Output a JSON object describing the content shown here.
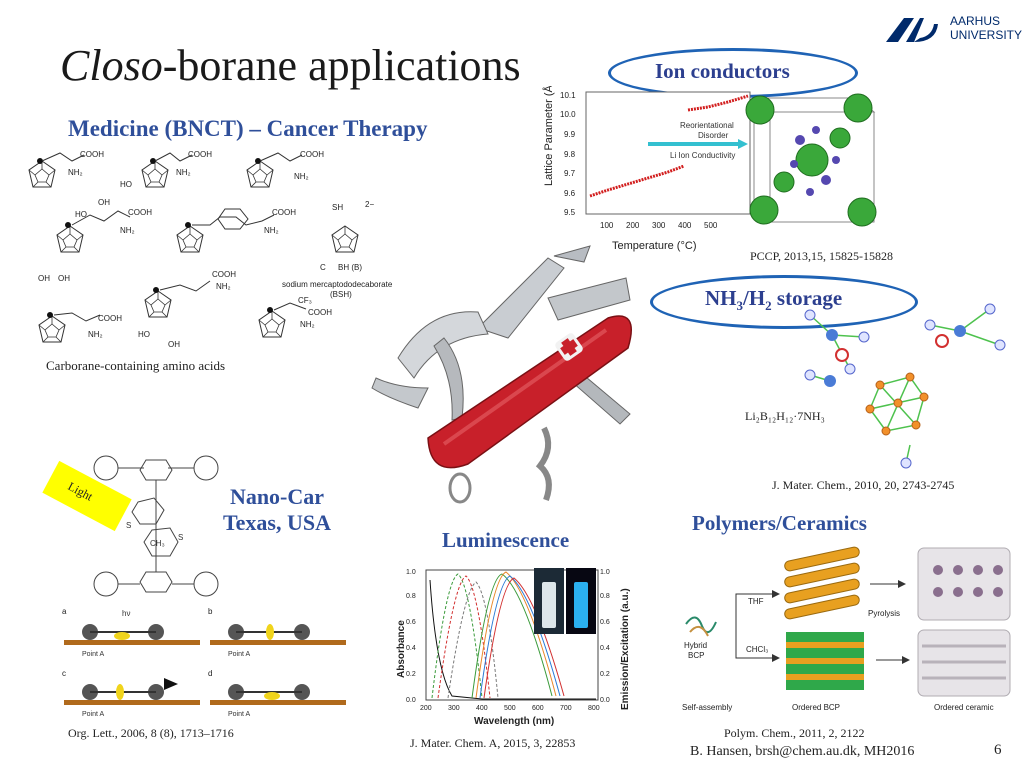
{
  "logo": {
    "line1": "AARHUS",
    "line2": "UNIVERSITY"
  },
  "slide": {
    "title_italic": "Closo",
    "title_rest": "-borane applications",
    "page_number": "6",
    "footer": "B. Hansen, brsh@chem.au.dk, MH2016"
  },
  "medicine": {
    "heading": "Medicine (BNCT) – Cancer Therapy",
    "caption": "Carborane-containing amino acids",
    "labels": {
      "cooh": "COOH",
      "nh2": "NH₂",
      "ho": "HO",
      "oh": "OH",
      "sh": "SH",
      "charge": "2−",
      "bh": "BH (B)",
      "c": "C",
      "bsh_name": "sodium mercaptododecaborate",
      "bsh_abbr": "(BSH)",
      "cf3": "CF₃"
    }
  },
  "ion": {
    "heading": "Ion conductors",
    "citation": "PCCP, 2013,15, 15825-15828",
    "ylabel": "Lattice Parameter (Å)",
    "xlabel": "Temperature (°C)",
    "label_reorient": "Reorientational",
    "label_disorder": "Disorder",
    "label_li": "Li Ion Conductivity",
    "yticks": [
      "10.1",
      "10.0",
      "9.9",
      "9.8",
      "9.7",
      "9.6",
      "9.5"
    ],
    "xticks": [
      "100",
      "200",
      "300",
      "400",
      "500"
    ]
  },
  "nh3": {
    "heading_pre": "NH",
    "heading_sub1": "3",
    "heading_mid": "/H",
    "heading_sub2": "2",
    "heading_post": " storage",
    "formula": "Li₂B₁₂H₁₂·7NH₃",
    "citation": "J. Mater. Chem., 2010, 20, 2743-2745"
  },
  "nanocar": {
    "heading_line1": "Nano-Car",
    "heading_line2": "Texas, USA",
    "light_label": "Light",
    "citation": "Org. Lett., 2006, 8 (8), 1713–1716",
    "panel_letters": [
      "a",
      "b",
      "c",
      "d"
    ],
    "point_label": "Point A",
    "hv": "hν",
    "s": "S",
    "ch3": "CH₃"
  },
  "luminescence": {
    "heading": "Luminescence",
    "citation": "J. Mater. Chem. A, 2015, 3, 22853",
    "xlabel": "Wavelength (nm)",
    "ylabel_left": "Absorbance",
    "ylabel_right": "Emission/Excitation (a.u.)",
    "xticks": [
      "200",
      "300",
      "400",
      "500",
      "600",
      "700",
      "800"
    ],
    "yticks": [
      "0.0",
      "0.2",
      "0.4",
      "0.6",
      "0.8",
      "1.0"
    ]
  },
  "polymers": {
    "heading": "Polymers/Ceramics",
    "citation": "Polym. Chem., 2011, 2, 2122",
    "labels": {
      "thf": "THF",
      "chcl3": "CHCl₃",
      "hybrid": "Hybrid",
      "bcp": "BCP",
      "pyrolysis": "Pyrolysis",
      "self_assembly": "Self-assembly",
      "ordered_bcp": "Ordered BCP",
      "ordered_ceramic": "Ordered ceramic"
    }
  },
  "colors": {
    "heading_blue": "#2f4f9a",
    "oval_blue": "#1f63b5",
    "knife_red": "#c8202a"
  },
  "icons": [
    "au-logo-icon",
    "swiss-army-knife-icon",
    "carborane-cage-icon"
  ]
}
